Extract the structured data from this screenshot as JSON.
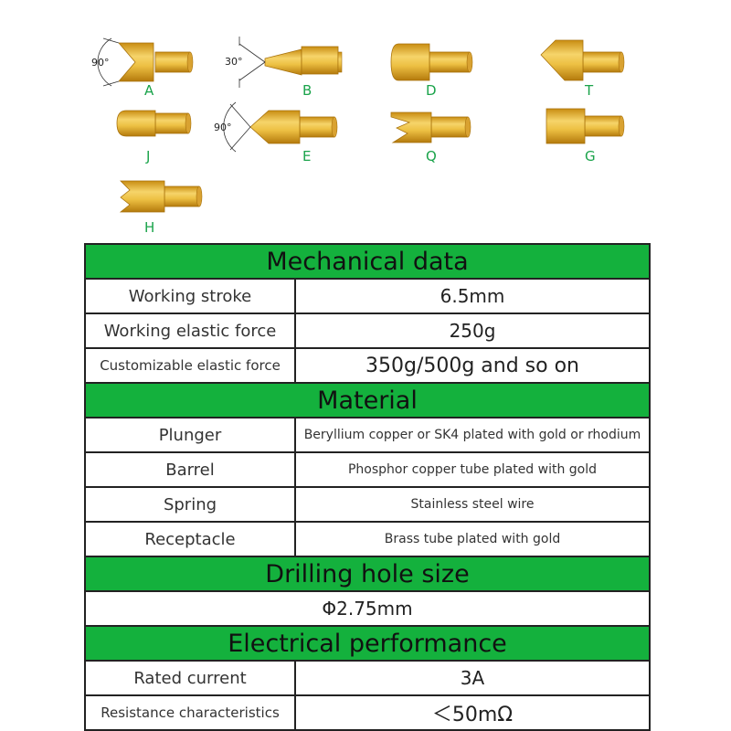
{
  "tips": {
    "labels": [
      "A",
      "B",
      "D",
      "T",
      "J",
      "E",
      "Q",
      "G",
      "H"
    ],
    "angles": {
      "a": "90°",
      "b": "30°",
      "e": "90°"
    }
  },
  "table": {
    "mechanical": {
      "title": "Mechanical data",
      "rows": [
        {
          "label": "Working stroke",
          "value": "6.5mm"
        },
        {
          "label": "Working elastic force",
          "value": "250g"
        },
        {
          "label": "Customizable elastic force",
          "value": "350g/500g and so on"
        }
      ]
    },
    "material": {
      "title": "Material",
      "rows": [
        {
          "label": "Plunger",
          "value": "Beryllium copper or SK4 plated with gold or rhodium"
        },
        {
          "label": "Barrel",
          "value": "Phosphor copper tube plated with gold"
        },
        {
          "label": "Spring",
          "value": "Stainless steel wire"
        },
        {
          "label": "Receptacle",
          "value": "Brass tube plated with gold"
        }
      ]
    },
    "drilling": {
      "title": "Drilling hole size",
      "value": "Φ2.75mm"
    },
    "electrical": {
      "title": "Electrical performance",
      "rows": [
        {
          "label": "Rated current",
          "value": "3A"
        },
        {
          "label": "Resistance characteristics",
          "value": "＜50mΩ"
        }
      ]
    }
  },
  "colors": {
    "header_green": "#14b13d",
    "label_green": "#1aa34a",
    "gold": "#e8b53a"
  }
}
